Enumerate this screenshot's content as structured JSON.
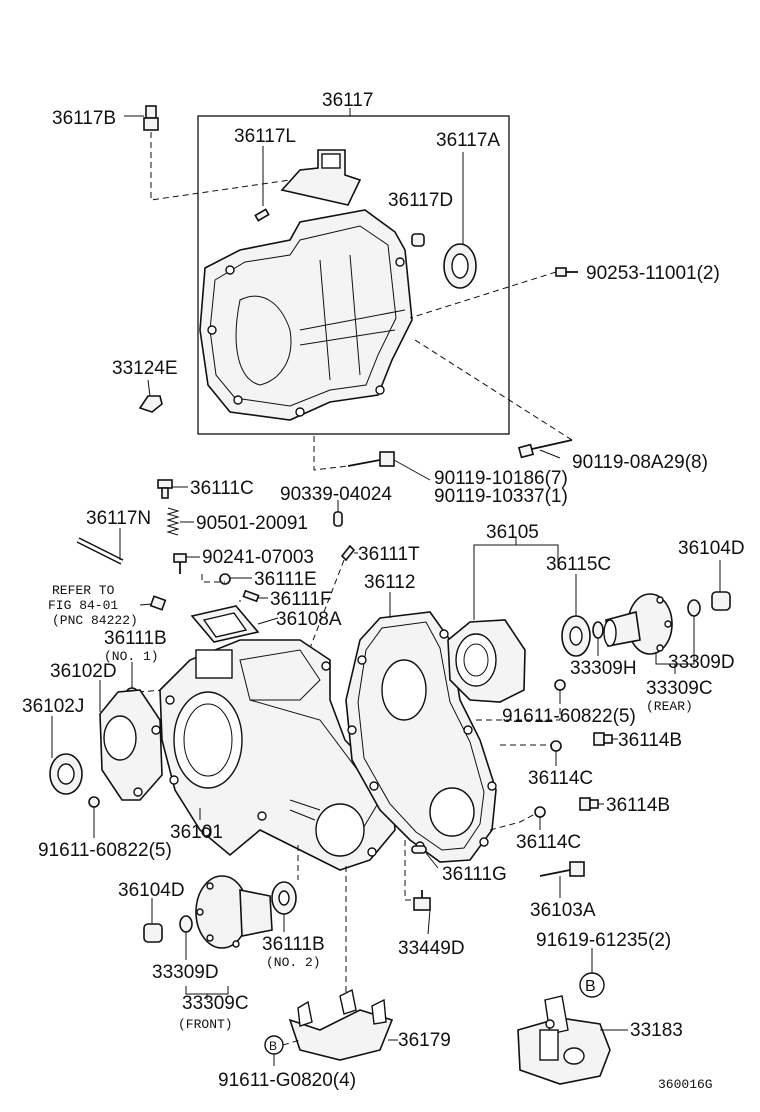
{
  "diagram": {
    "labels": {
      "p36117": "36117",
      "p36117B": "36117B",
      "p36117L": "36117L",
      "p36117A": "36117A",
      "p36117D": "36117D",
      "p90253": "90253-11001(2)",
      "p33124E": "33124E",
      "p90119a": "90119-08A29(8)",
      "p90119b": "90119-10186(7)",
      "p90119c": "90119-10337(1)",
      "p90339": "90339-04024",
      "p36111C": "36111C",
      "p36117N": "36117N",
      "p90501": "90501-20091",
      "p90241": "90241-07003",
      "p36111T": "36111T",
      "p36111E": "36111E",
      "p36111F": "36111F",
      "p36108A": "36108A",
      "refer1": "REFER TO",
      "refer2": "FIG 84-01",
      "refer3": "(PNC 84222)",
      "p36111B1": "36111B",
      "no1": "(NO. 1)",
      "p36102D": "36102D",
      "p36102J": "36102J",
      "p36112": "36112",
      "p36105": "36105",
      "p36115C": "36115C",
      "p36104D_r": "36104D",
      "p33309H": "33309H",
      "p33309D_r": "33309D",
      "p33309C_r": "33309C",
      "rear": "(REAR)",
      "p91611a": "91611-60822(5)",
      "p36114B1": "36114B",
      "p36114C1": "36114C",
      "p36114B2": "36114B",
      "p36114C2": "36114C",
      "p36101": "36101",
      "p91611b": "91611-60822(5)",
      "p36111G": "36111G",
      "p36103A": "36103A",
      "p36104D_f": "36104D",
      "p33309D_f": "33309D",
      "p33309C_f": "33309C",
      "front": "(FRONT)",
      "p36111B2": "36111B",
      "no2": "(NO. 2)",
      "p33449D": "33449D",
      "p91619": "91619-61235(2)",
      "markB1": "B",
      "p33183": "33183",
      "p36179": "36179",
      "markB2": "B",
      "p91611c": "91611-G0820(4)",
      "code": "360016G"
    }
  }
}
